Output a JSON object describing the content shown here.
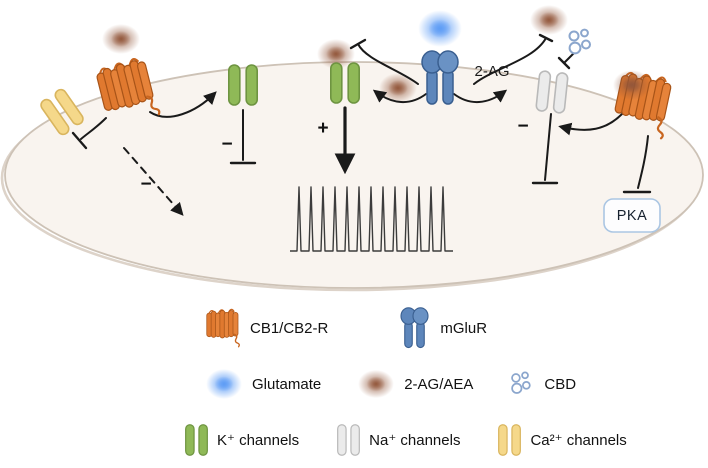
{
  "diagram": {
    "labels": {
      "two_ag": "2-AG",
      "plus": "+",
      "minus_k": "−",
      "minus_dashed": "−",
      "minus_na": "−",
      "pka": "PKA"
    }
  },
  "legend": {
    "cb1": "CB1/CB2-R",
    "mglur": "mGluR",
    "glutamate": "Glutamate",
    "aea": "2-AG/AEA",
    "cbd": "CBD",
    "k": "K⁺ channels",
    "na": "Na⁺ channels",
    "ca": "Ca²⁺ channels"
  },
  "colors": {
    "receptor_orange": "#e0792f",
    "mglur_blue": "#5d86bb",
    "k_channel_green": "#8fb957",
    "na_channel_gray": "#ebebeb",
    "ca_channel_yellow": "#f5d88a",
    "glutamate_blue": "#5f9df5",
    "endocannabinoid_brown": "#92563a",
    "cbd_blue_gray": "#8ba6cd",
    "cell_fill": "#f9f4ef",
    "cell_border": "#cdc2b6"
  }
}
